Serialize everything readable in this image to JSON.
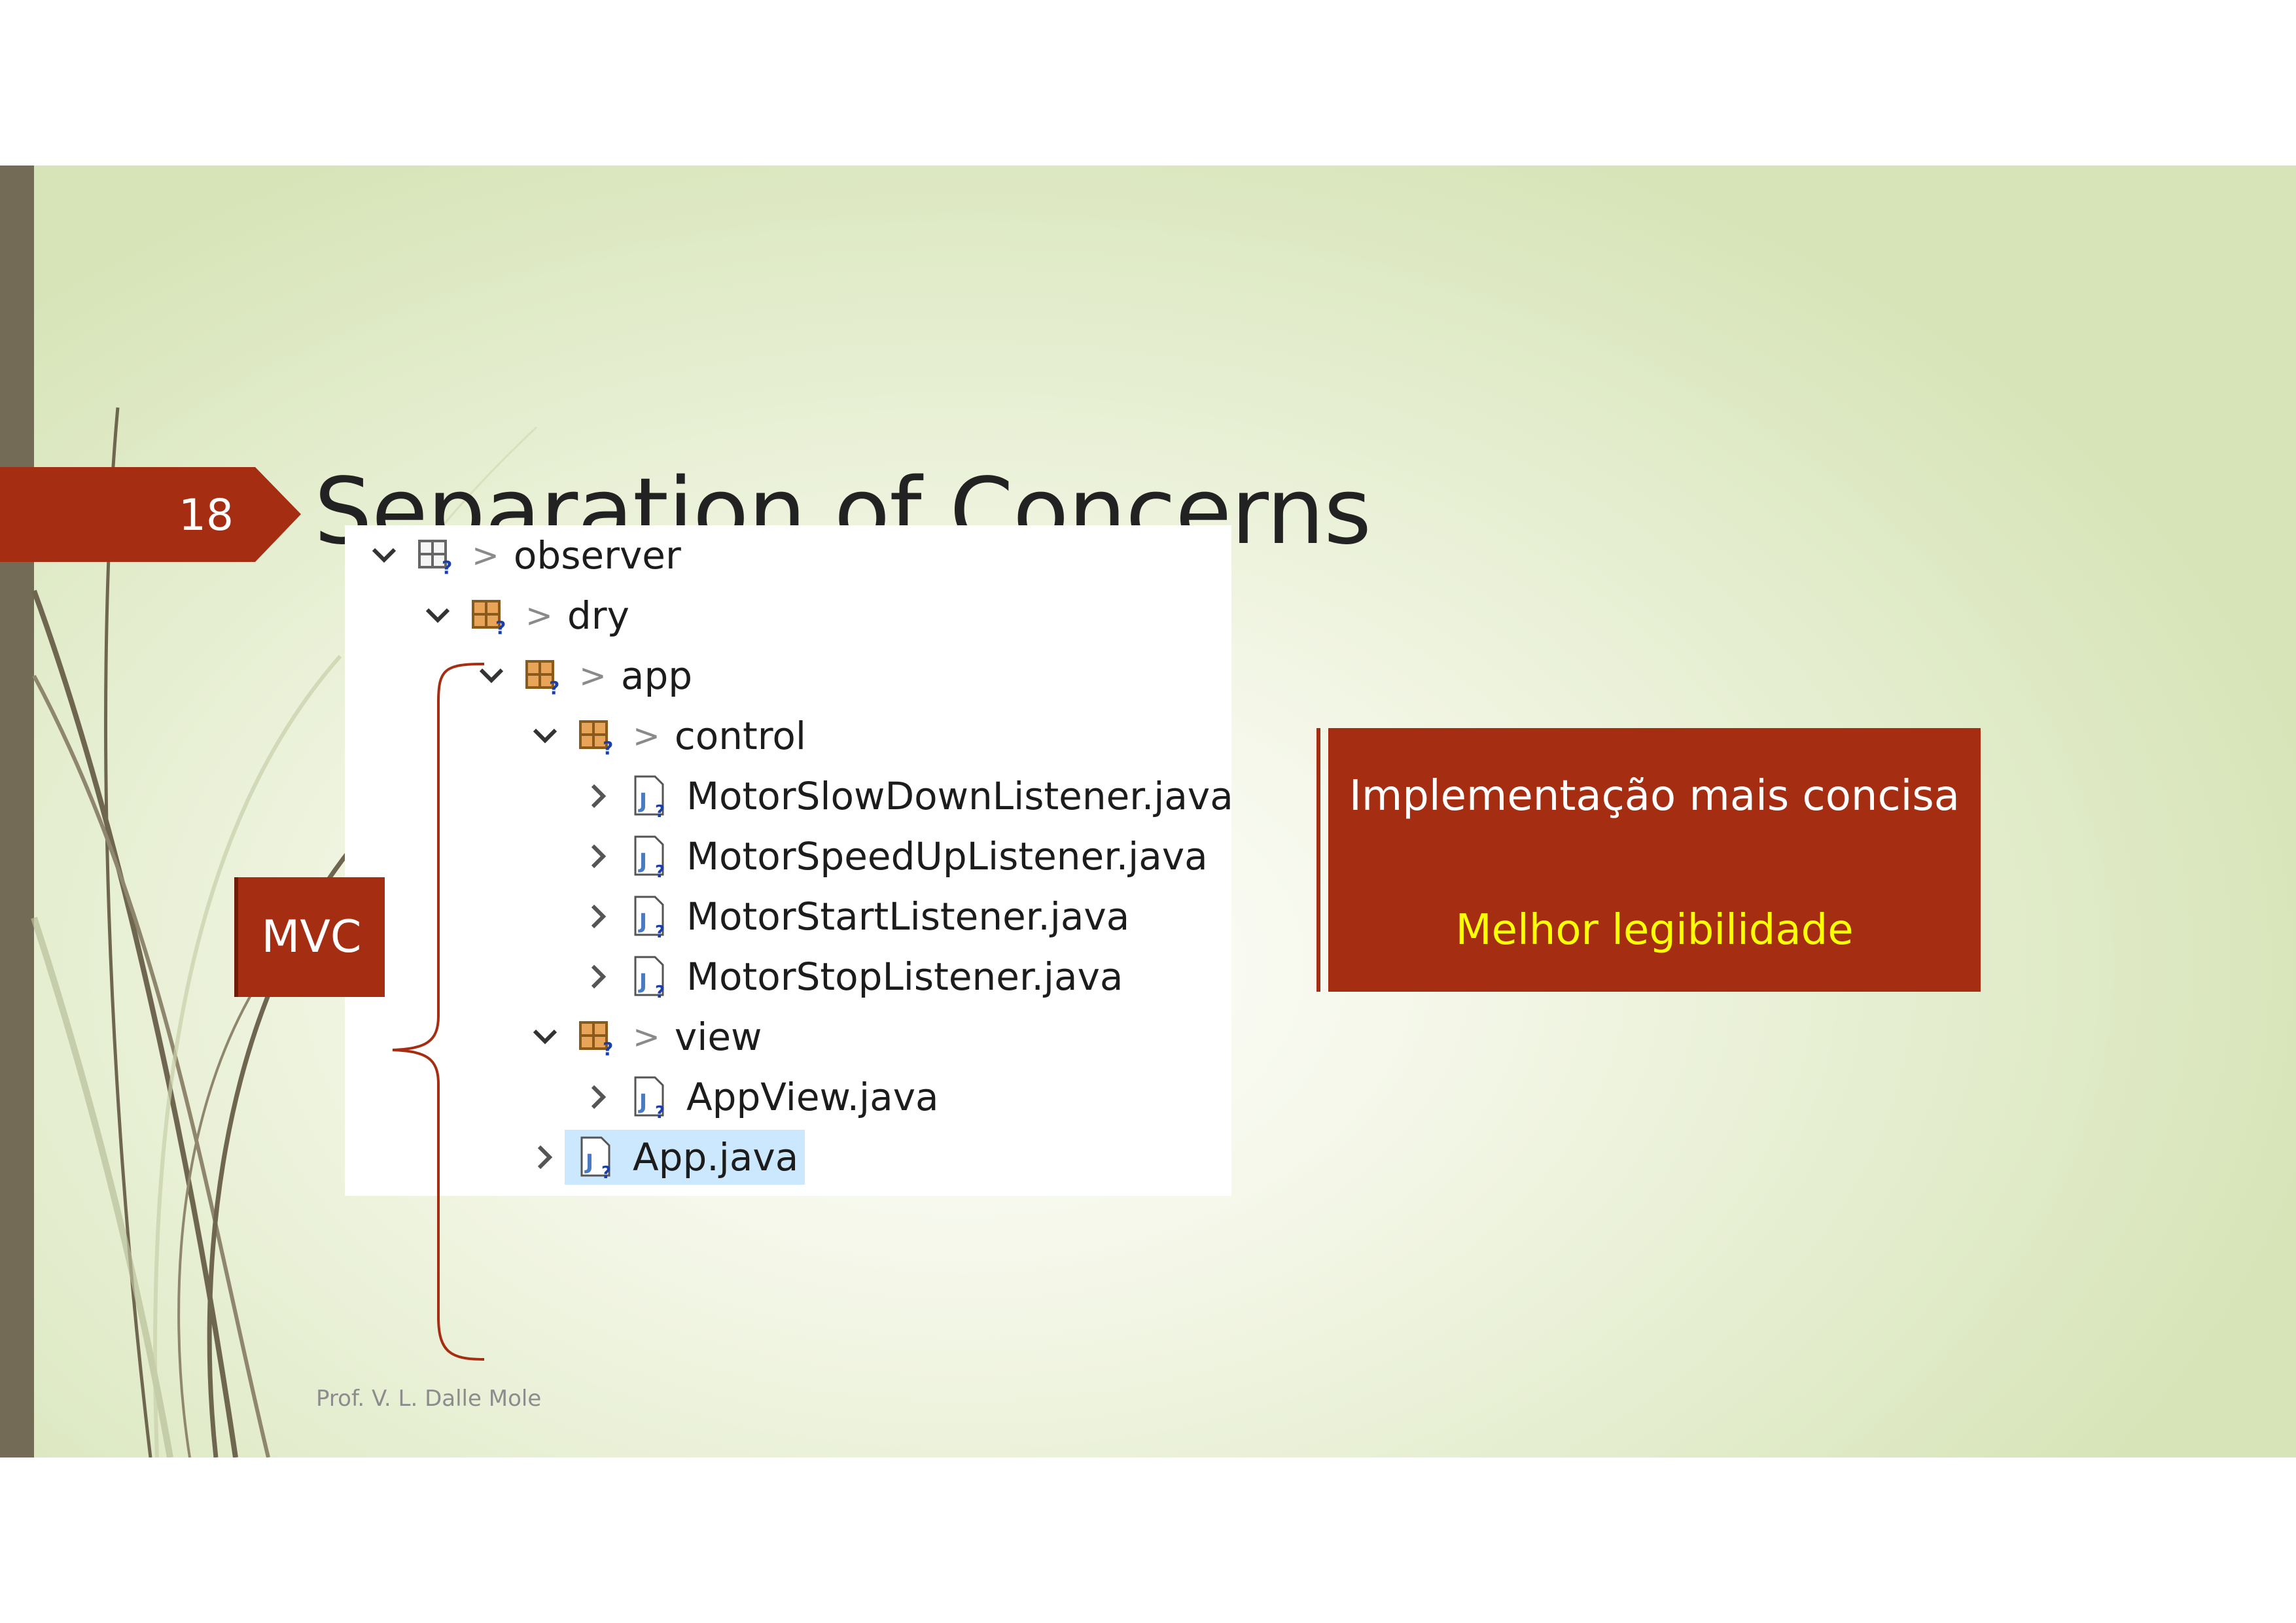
{
  "slide": {
    "number": "18",
    "title": "Separation of Concerns",
    "footer": "Prof. V. L. Dalle Mole",
    "mvc_label": "MVC",
    "callout": {
      "main": "Implementação mais concisa",
      "accent": "Melhor legibilidade"
    }
  },
  "tree": {
    "nodes": [
      {
        "label": "observer",
        "type": "package",
        "expanded": true,
        "prefix": ">"
      },
      {
        "label": "dry",
        "type": "package",
        "expanded": true,
        "prefix": ">"
      },
      {
        "label": "app",
        "type": "package",
        "expanded": true,
        "prefix": ">"
      },
      {
        "label": "control",
        "type": "package",
        "expanded": true,
        "prefix": ">"
      },
      {
        "label": "MotorSlowDownListener.java",
        "type": "java-file",
        "expanded": false
      },
      {
        "label": "MotorSpeedUpListener.java",
        "type": "java-file",
        "expanded": false
      },
      {
        "label": "MotorStartListener.java",
        "type": "java-file",
        "expanded": false
      },
      {
        "label": "MotorStopListener.java",
        "type": "java-file",
        "expanded": false
      },
      {
        "label": "view",
        "type": "package",
        "expanded": true,
        "prefix": ">"
      },
      {
        "label": "AppView.java",
        "type": "java-file",
        "expanded": false
      },
      {
        "label": "App.java",
        "type": "java-file",
        "expanded": false,
        "selected": true
      }
    ]
  },
  "colors": {
    "accent_red": "#a52e12",
    "highlight_yellow": "#ffff00",
    "sidebar_bar": "#736b55",
    "selection": "#cce8ff"
  }
}
